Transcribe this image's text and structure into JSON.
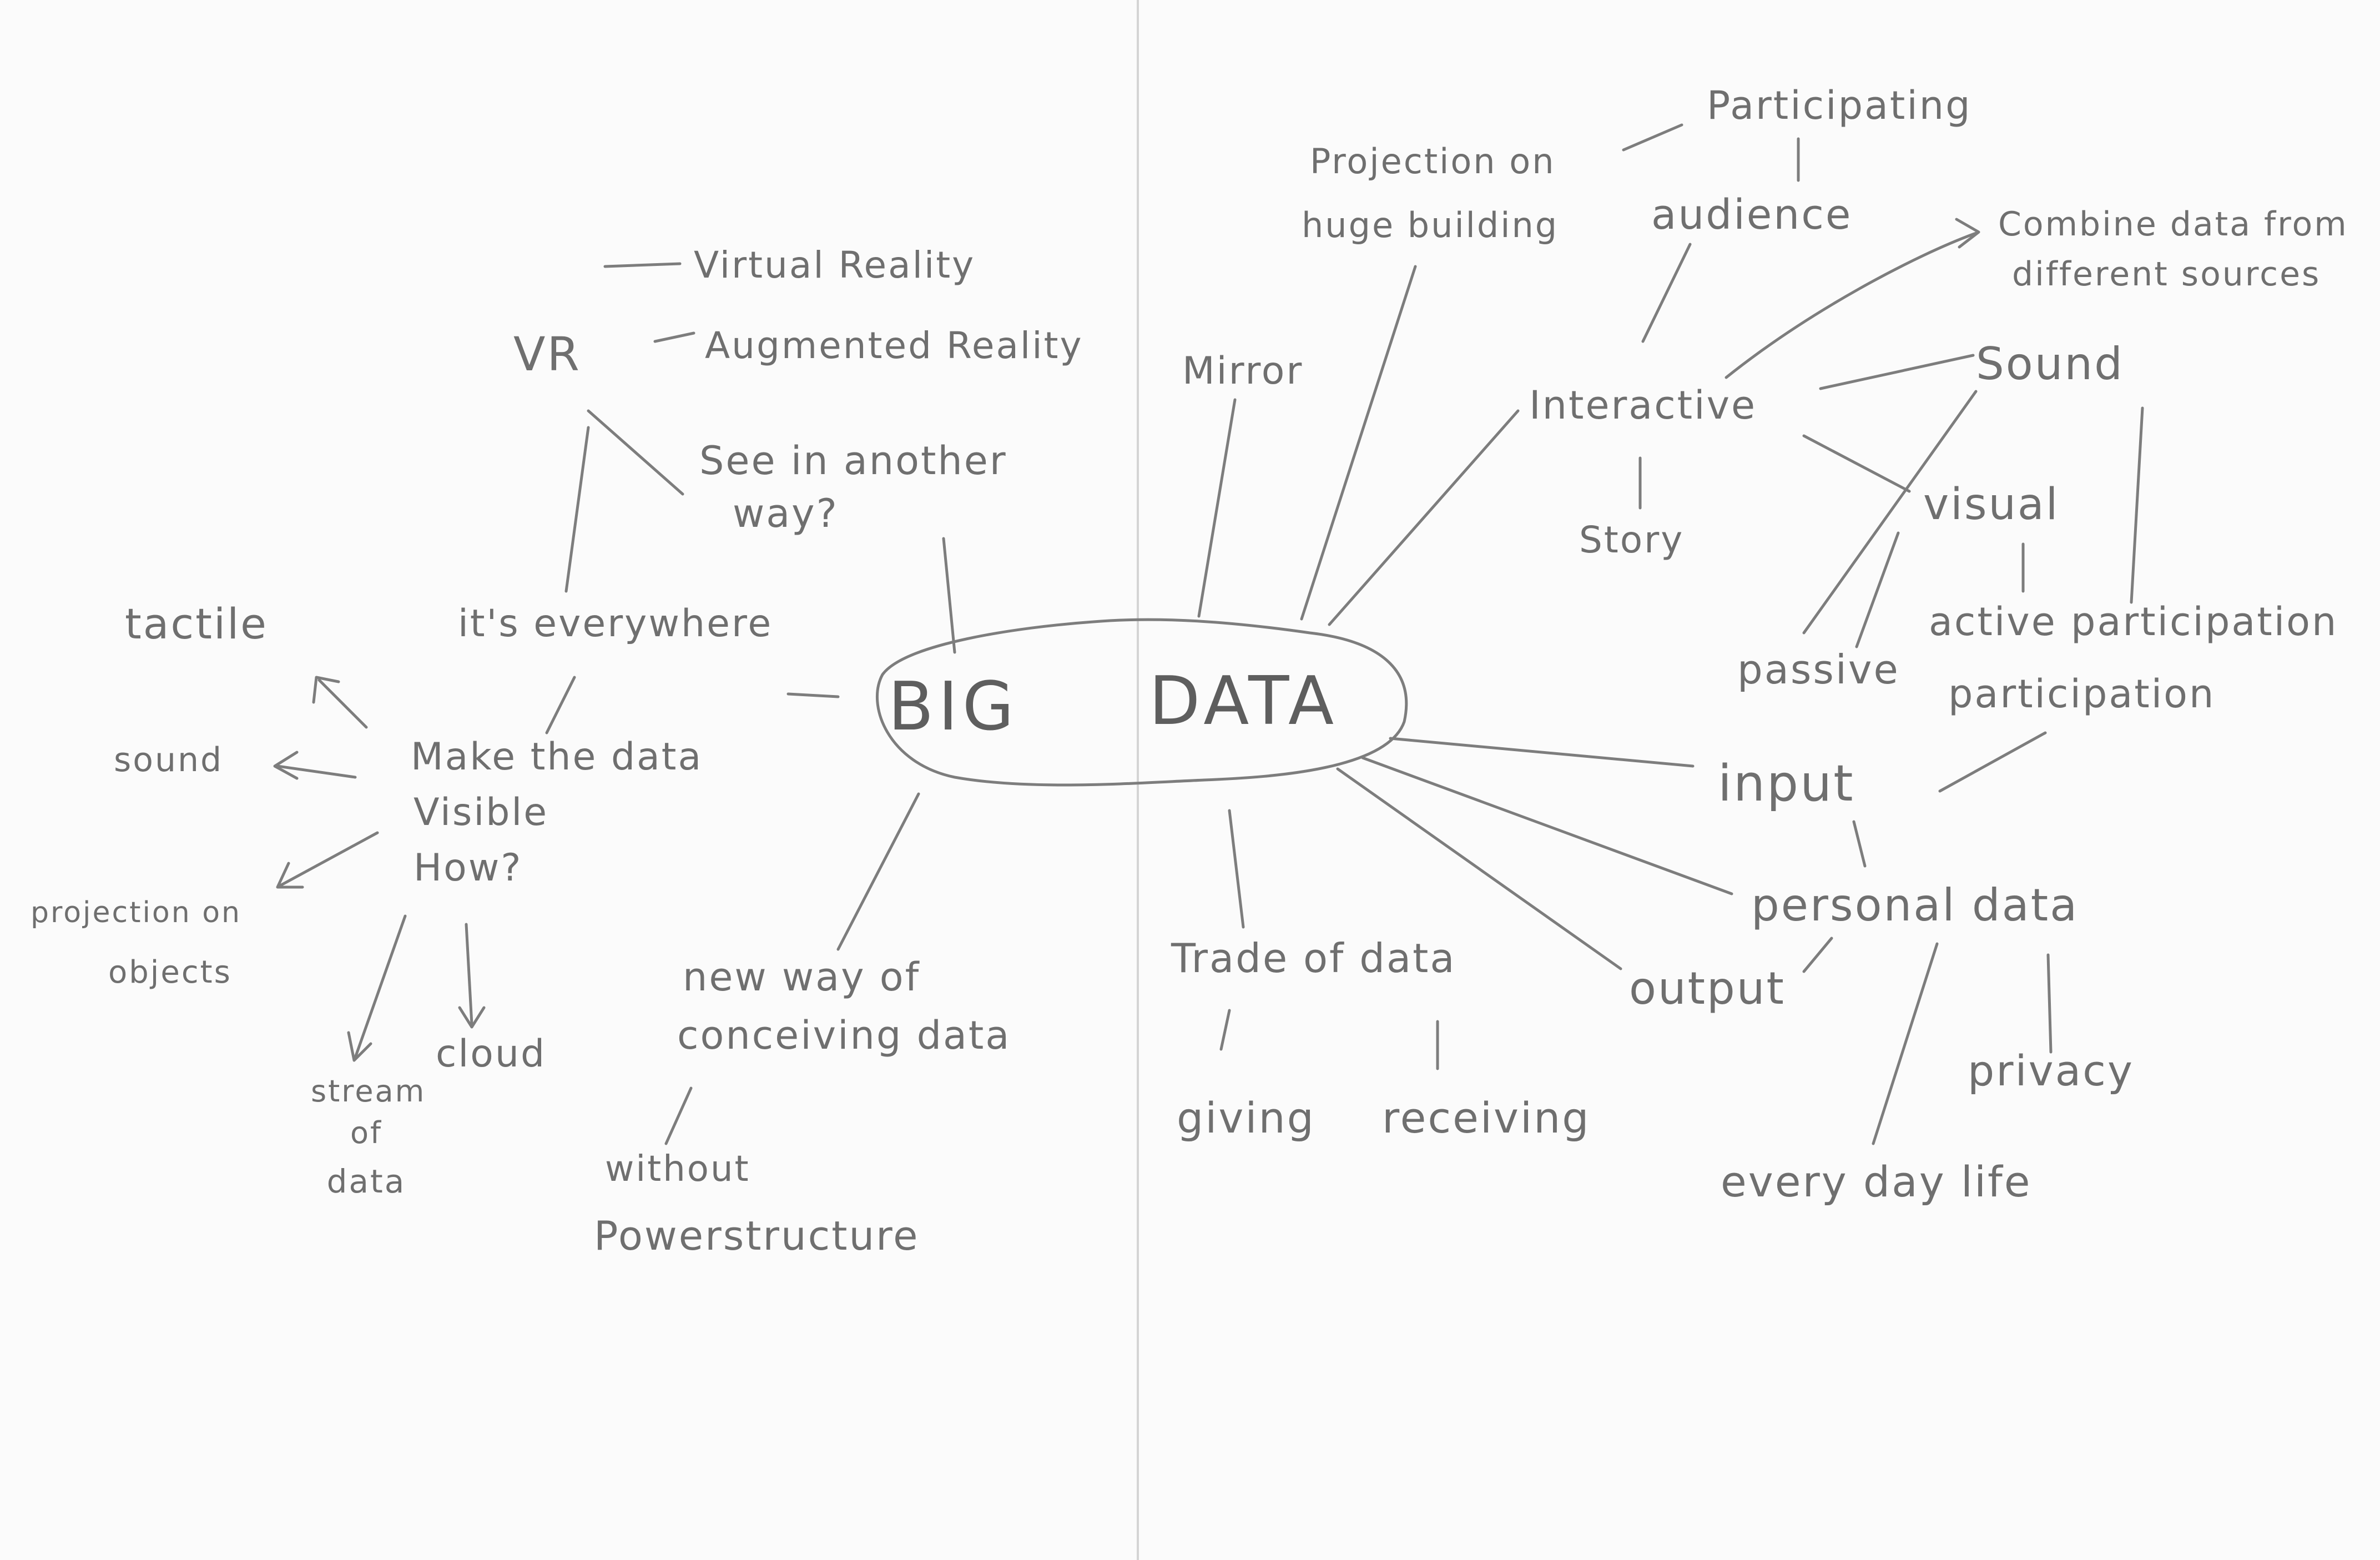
{
  "center": {
    "left": "BIG",
    "right": "DATA"
  },
  "left": {
    "vr": "VR",
    "virtual_reality": "Virtual Reality",
    "augmented_reality": "Augmented Reality",
    "see_another_way_1": "See in another",
    "see_another_way_2": "way?",
    "everywhere": "it's everywhere",
    "make_visible_1": "Make the data",
    "make_visible_2": "Visible",
    "make_visible_3": "How?",
    "tactile": "tactile",
    "sound": "sound",
    "projection_objects_1": "projection on",
    "projection_objects_2": "objects",
    "stream_1": "stream",
    "stream_2": "of",
    "stream_3": "data",
    "cloud": "cloud",
    "new_way_1": "new way of",
    "new_way_2": "conceiving data",
    "without": "without",
    "power_structure": "Powerstructure"
  },
  "right": {
    "mirror": "Mirror",
    "projection_building_1": "Projection on",
    "projection_building_2": "huge building",
    "participating": "Participating",
    "audience": "audience",
    "combine_1": "Combine data from",
    "combine_2": "different sources",
    "sound": "Sound",
    "interactive": "Interactive",
    "story": "Story",
    "visual": "visual",
    "active_participation": "active participation",
    "passive_participation_1": "passive",
    "passive_participation_2": "participation",
    "input": "input",
    "personal_data": "personal data",
    "output": "output",
    "privacy": "privacy",
    "everyday_life": "every day life",
    "trade_of_data": "Trade of data",
    "giving": "giving",
    "receiving": "receiving"
  },
  "colors": {
    "pencil": "#6f6f6f",
    "paper": "#fbfbfb",
    "fold": "#d4d4d4"
  }
}
